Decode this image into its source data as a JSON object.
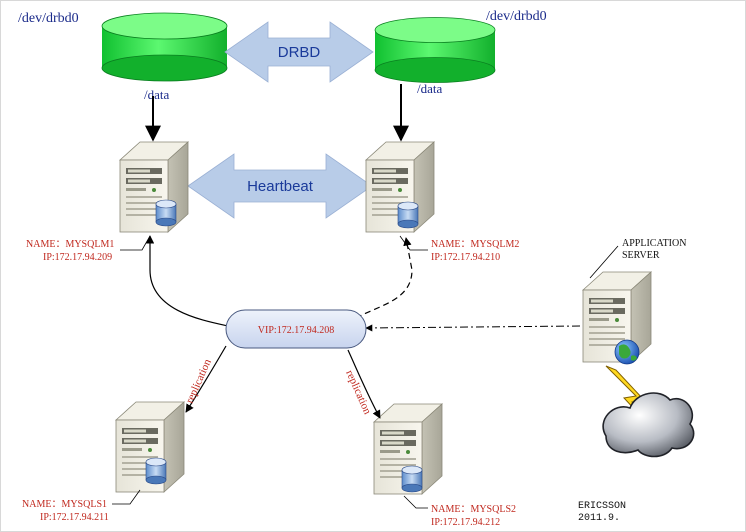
{
  "colors": {
    "disk_green": "#22e040",
    "arrow_blue": "#b8cce8",
    "vip_fill": "#d8e2f4",
    "red_text": "#c0281e",
    "blue_text": "#1a2a8a"
  },
  "disks": {
    "left_label": "/dev/drbd0",
    "right_label": "/dev/drbd0",
    "left_mount": "/data",
    "right_mount": "/data"
  },
  "arrows": {
    "drbd": "DRBD",
    "heartbeat": "Heartbeat"
  },
  "servers": {
    "mysqlm1": {
      "name": "NAME：MYSQLM1",
      "ip": "IP:172.17.94.209"
    },
    "mysqlm2": {
      "name": "NAME：MYSQLM2",
      "ip": "IP:172.17.94.210"
    },
    "mysqls1": {
      "name": "NAME：MYSQLS1",
      "ip": "IP:172.17.94.211"
    },
    "mysqls2": {
      "name": "NAME：MYSQLS2",
      "ip": "IP:172.17.94.212"
    },
    "app": {
      "line1": "APPLICATION",
      "line2": "SERVER"
    }
  },
  "vip": {
    "label": "VIP:172.17.94.208"
  },
  "replication": {
    "left": "replication",
    "right": "replication"
  },
  "signature": {
    "line1": "ERICSSON",
    "line2": "2011.9."
  },
  "icons": [
    "disk-icon",
    "server-icon",
    "database-icon",
    "globe-icon",
    "cloud-icon",
    "lightning-icon"
  ]
}
